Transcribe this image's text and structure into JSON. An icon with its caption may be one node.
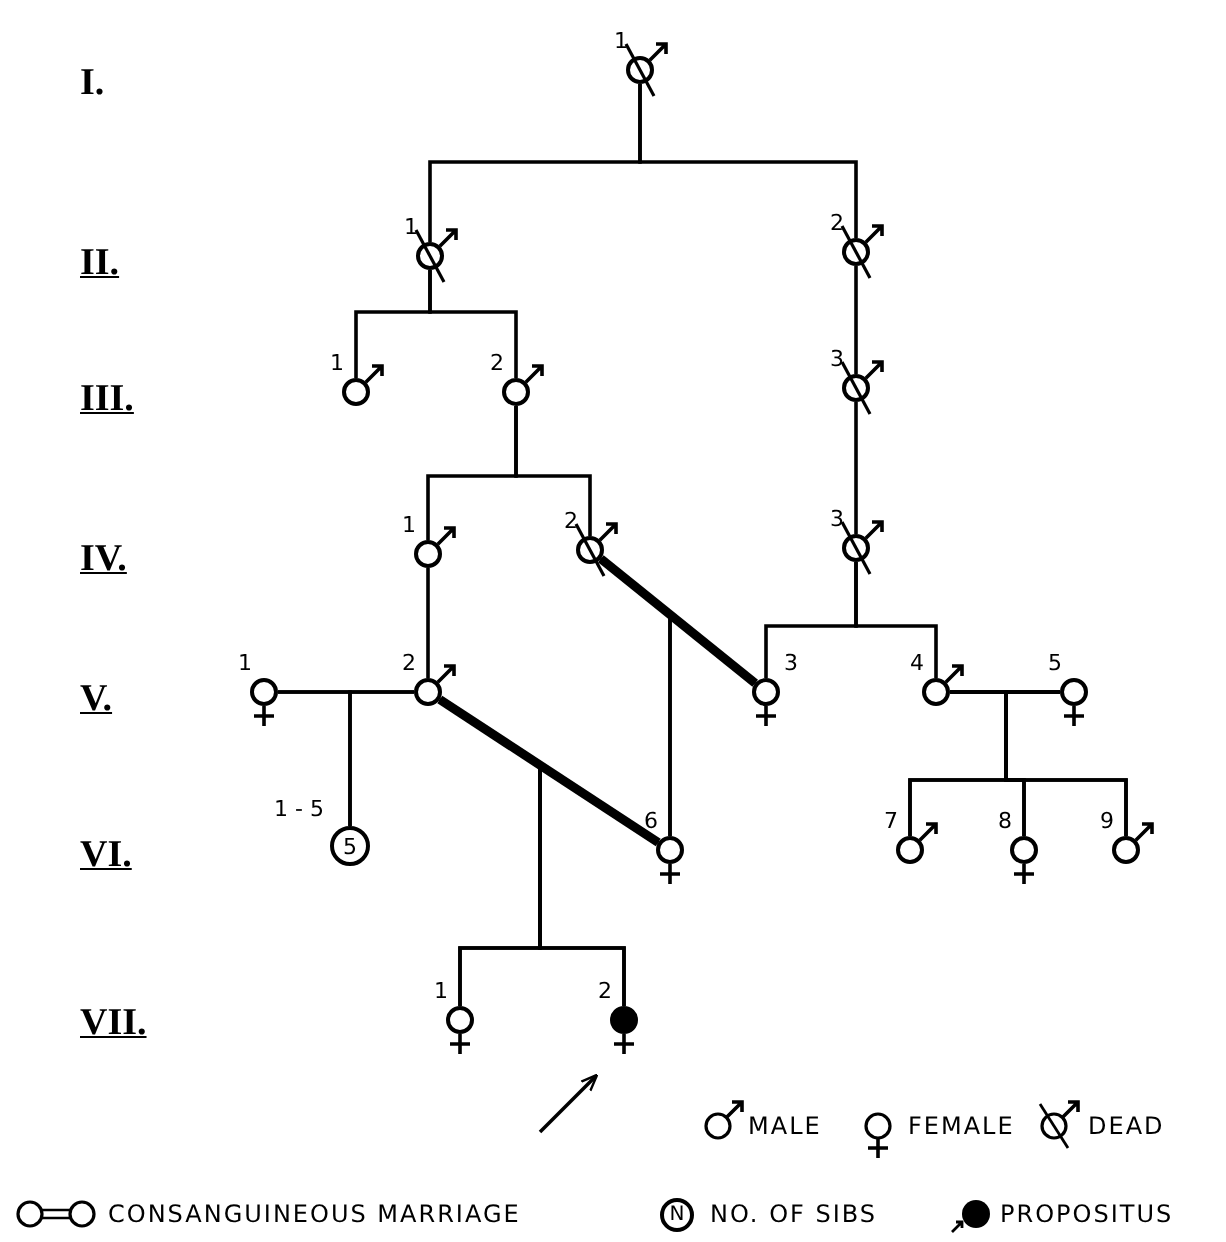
{
  "diagram": {
    "nodes": [
      {
        "text": [],
        "shape": "circle",
        "beside": [
          "1"
        ]
      },
      {
        "text": [],
        "shape": "circle",
        "beside": [
          "1"
        ]
      },
      {
        "text": [],
        "shape": "circle",
        "beside": [
          "2"
        ]
      },
      {
        "text": [],
        "shape": "circle",
        "beside": [
          "1"
        ]
      },
      {
        "text": [],
        "shape": "circle",
        "beside": [
          "2"
        ]
      },
      {
        "text": [],
        "shape": "circle",
        "beside": [
          "3"
        ]
      },
      {
        "text": [],
        "shape": "circle",
        "beside": [
          "1"
        ]
      },
      {
        "text": [],
        "shape": "circle",
        "beside": [
          "2"
        ]
      },
      {
        "text": [],
        "shape": "circle",
        "beside": [
          "3"
        ]
      },
      {
        "text": [],
        "shape": "circle",
        "beside": [
          "1"
        ]
      },
      {
        "text": [],
        "shape": "circle",
        "beside": [
          "2"
        ]
      },
      {
        "text": [],
        "shape": "circle",
        "beside": [
          "3"
        ]
      },
      {
        "text": [],
        "shape": "circle",
        "beside": [
          "4"
        ]
      },
      {
        "text": [],
        "shape": "circle",
        "beside": [
          "5"
        ]
      },
      {
        "text": [
          "5"
        ],
        "beside": [
          "1 - 5"
        ]
      },
      {
        "text": [],
        "shape": "circle",
        "beside": [
          "6"
        ]
      },
      {
        "text": [],
        "shape": "circle",
        "beside": [
          "7"
        ]
      },
      {
        "text": [],
        "shape": "circle",
        "beside": [
          "8"
        ]
      },
      {
        "text": [],
        "shape": "circle",
        "beside": [
          "9"
        ]
      },
      {
        "text": [],
        "shape": "circle",
        "beside": [
          "1"
        ]
      },
      {
        "text": [],
        "shape": "circle",
        "beside": [
          "2"
        ]
      }
    ],
    "edges": [
      {
        "from": 0,
        "to": 1,
        "arrow": "none"
      },
      {
        "from": 0,
        "to": 2,
        "arrow": "none"
      },
      {
        "from": 1,
        "to": 3,
        "arrow": "none"
      },
      {
        "from": 1,
        "to": 4,
        "arrow": "none"
      },
      {
        "from": 2,
        "to": 5,
        "arrow": "none"
      },
      {
        "from": 4,
        "to": 6,
        "arrow": "none"
      },
      {
        "from": 4,
        "to": 7,
        "arrow": "none"
      },
      {
        "from": 5,
        "to": 8,
        "arrow": "none"
      },
      {
        "from": 6,
        "to": 10,
        "arrow": "none"
      },
      {
        "from": 8,
        "to": 11,
        "arrow": "none"
      },
      {
        "from": 8,
        "to": 12,
        "arrow": "none"
      },
      {
        "from": 9,
        "to": 10,
        "arrow": "none"
      },
      {
        "from": 7,
        "to": 11,
        "arrow": "none",
        "style": "thick"
      },
      {
        "from": 12,
        "to": 13,
        "arrow": "none"
      },
      {
        "from": 9,
        "to": 14,
        "arrow": "none"
      },
      {
        "from": 10,
        "to": 14,
        "arrow": "none"
      },
      {
        "from": 7,
        "to": 15,
        "arrow": "none"
      },
      {
        "from": 11,
        "to": 15,
        "arrow": "none"
      },
      {
        "from": 10,
        "to": 15,
        "arrow": "none",
        "style": "thick"
      },
      {
        "from": 12,
        "to": 16,
        "arrow": "none"
      },
      {
        "from": 12,
        "to": 17,
        "arrow": "none"
      },
      {
        "from": 12,
        "to": 18,
        "arrow": "none"
      },
      {
        "from": 13,
        "to": 16,
        "arrow": "none"
      },
      {
        "from": 13,
        "to": 17,
        "arrow": "none"
      },
      {
        "from": 13,
        "to": 18,
        "arrow": "none"
      },
      {
        "from": 10,
        "to": 19,
        "arrow": "none"
      },
      {
        "from": 10,
        "to": 20,
        "arrow": "none"
      },
      {
        "from": 15,
        "to": 19,
        "arrow": "none"
      },
      {
        "from": 15,
        "to": 20,
        "arrow": "none"
      },
      {
        "from": null,
        "to": 20,
        "arrow": "to"
      }
    ],
    "labels": [
      "I.",
      "II.",
      "III.",
      "IV.",
      "V.",
      "VI.",
      "VII.",
      "N"
    ],
    "legend": [
      {
        "text": "MALE"
      },
      {
        "text": "FEMALE"
      },
      {
        "text": "DEAD"
      },
      {
        "text": "CONSANGUINEOUS MARRIAGE"
      },
      {
        "text": "NO. OF SIBS"
      },
      {
        "text": "PROPOSITUS"
      }
    ]
  }
}
